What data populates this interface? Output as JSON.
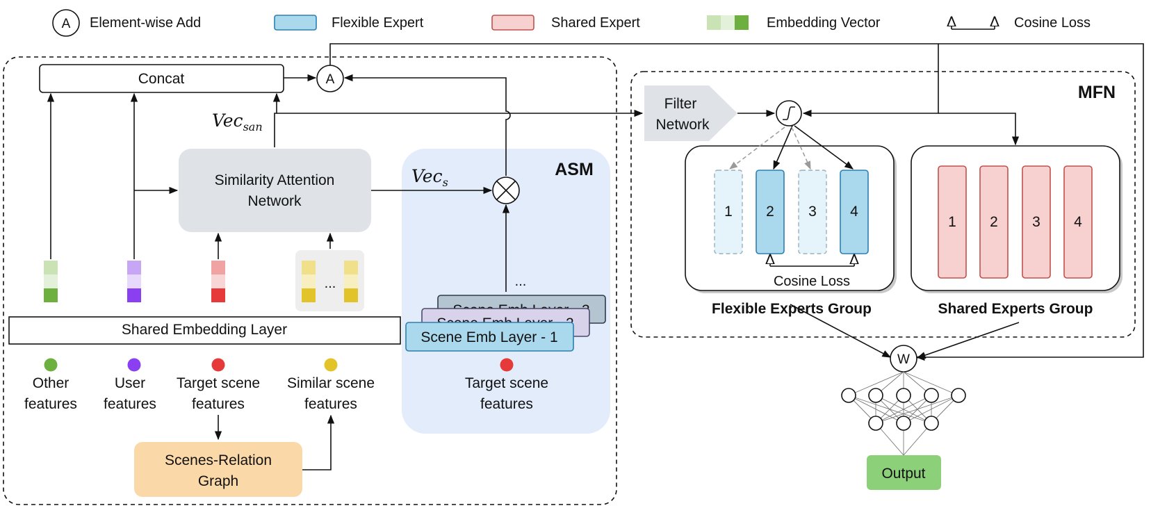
{
  "legend": {
    "add_symbol": "A",
    "add_label": "Element-wise Add",
    "flexible_label": "Flexible Expert",
    "shared_label": "Shared Expert",
    "embedding_label": "Embedding Vector",
    "cosine_label": "Cosine Loss"
  },
  "left": {
    "concat": "Concat",
    "add_symbol": "A",
    "vec_san": "Vec",
    "vec_san_sub": "san",
    "san_line1": "Similarity Attention",
    "san_line2": "Network",
    "ellipsis": "...",
    "shared_embedding": "Shared Embedding Layer",
    "features": {
      "other": [
        "Other",
        "features"
      ],
      "user": [
        "User",
        "features"
      ],
      "target": [
        "Target scene",
        "features"
      ],
      "similar": [
        "Similar scene",
        "features"
      ]
    },
    "graph_line1": "Scenes-Relation",
    "graph_line2": "Graph"
  },
  "asm": {
    "title": "ASM",
    "vec_s": "Vec",
    "vec_s_sub": "s",
    "ellipsis": "...",
    "layer3": "Scene Emb Layer - 3",
    "layer2": "Scene Emb Layer - 2",
    "layer1": "Scene Emb Layer - 1",
    "target_line1": "Target scene",
    "target_line2": "features"
  },
  "mfn": {
    "title": "MFN",
    "filter_line1": "Filter",
    "filter_line2": "Network",
    "flexible_experts": [
      "1",
      "2",
      "3",
      "4"
    ],
    "shared_experts": [
      "1",
      "2",
      "3",
      "4"
    ],
    "cosine_loss": "Cosine Loss",
    "flexible_group": "Flexible Experts Group",
    "shared_group": "Shared Experts Group",
    "weight_symbol": "W",
    "output": "Output"
  },
  "colors": {
    "flexible_fill": "#aad8ec",
    "flexible_stroke": "#2c7fb0",
    "shared_fill": "#f7d0d0",
    "shared_stroke": "#c0504d",
    "asm_bg": "#e3ecfb",
    "san_bg": "#dfe3e8",
    "graph_bg": "#fbd8a8",
    "output_bg": "#8cd07a",
    "filter_bg": "#dfe3e8"
  }
}
